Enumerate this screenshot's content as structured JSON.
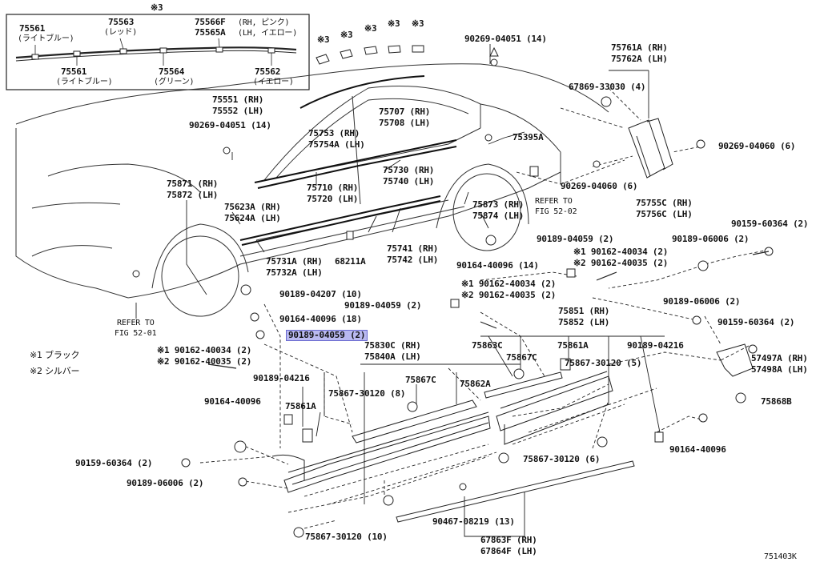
{
  "diagram_code": "751403K",
  "legend": {
    "note1": "※1 ブラック",
    "note2": "※2 シルバー"
  },
  "inset": {
    "mark": "※3",
    "p75561a": "75561",
    "p75561a_sub": "(ライトブルー)",
    "p75563": "75563",
    "p75563_sub": "(レッド)",
    "p75566f": "75566F",
    "p75566f_sub": "(RH, ピンク)",
    "p75565a": "75565A",
    "p75565a_sub": "(LH, イエロー)",
    "p75561b": "75561",
    "p75561b_sub": "(ライトブルー)",
    "p75564": "75564",
    "p75564_sub": "(グリーン)",
    "p75562": "75562",
    "p75562_sub": "(イエロー)"
  },
  "marks": {
    "m1": "※3",
    "m2": "※3",
    "m3": "※3",
    "m4": "※3",
    "m5": "※3"
  },
  "labels": {
    "l90269_04051_top": "90269-04051 (14)",
    "l75761a": "75761A (RH)",
    "l75762a": "75762A (LH)",
    "l67869": "67869-33030 (4)",
    "l75551": "75551 (RH)",
    "l75552": "75552 (LH)",
    "l75707": "75707 (RH)",
    "l75708": "75708 (LH)",
    "l90269_04051_left": "90269-04051 (14)",
    "l75753": "75753 (RH)",
    "l75754a": "75754A (LH)",
    "l75395a": "75395A",
    "l90269_04060_r": "90269-04060 (6)",
    "l90269_04060_l": "90269-04060 (6)",
    "l75710": "75710 (RH)",
    "l75720": "75720 (LH)",
    "l75730": "75730 (RH)",
    "l75740": "75740 (LH)",
    "l75871": "75871 (RH)",
    "l75872": "75872 (LH)",
    "l_refer_52_02a": "REFER TO",
    "l_refer_52_02b": "FIG 52-02",
    "l75755c": "75755C (RH)",
    "l75756c": "75756C (LH)",
    "l75623a": "75623A (RH)",
    "l75624a": "75624A (LH)",
    "l75873": "75873 (RH)",
    "l75874": "75874 (LH)",
    "l90159_60364_tr": "90159-60364 (2)",
    "l90189_04059_r": "90189-04059 (2)",
    "l90189_06006_tr": "90189-06006 (2)",
    "l75741": "75741 (RH)",
    "l75742": "75742 (LH)",
    "l90162_40034_r": "※1 90162-40034 (2)",
    "l90162_40035_r": "※2 90162-40035 (2)",
    "l75731a": "75731A (RH)",
    "l75732a": "75732A (LH)",
    "l68211a": "68211A",
    "l90164_40096_14": "90164-40096 (14)",
    "l90162_40034_m": "※1 90162-40034 (2)",
    "l90162_40035_m": "※2 90162-40035 (2)",
    "l90189_04207": "90189-04207 (10)",
    "l90189_04059_m": "90189-04059 (2)",
    "l90189_06006_r": "90189-06006 (2)",
    "l90164_40096_18": "90164-40096 (18)",
    "l75851": "75851 (RH)",
    "l75852": "75852 (LH)",
    "l90159_60364_r": "90159-60364 (2)",
    "l_refer_52_01a": "REFER TO",
    "l_refer_52_01b": "FIG 52-01",
    "l90189_04059_hl": "90189-04059 (2)",
    "l75863c": "75863C",
    "l75861a_r": "75861A",
    "l90189_04216_r": "90189-04216",
    "l75830c": "75830C (RH)",
    "l75840a": "75840A (LH)",
    "l75867c_r": "75867C",
    "l57497a": "57497A (RH)",
    "l57498a": "57498A (LH)",
    "l90162_40034_l": "※1 90162-40034 (2)",
    "l90162_40035_l": "※2 90162-40035 (2)",
    "l75867_30120_5": "75867-30120 (5)",
    "l90189_04216_l": "90189-04216",
    "l75867c_m": "75867C",
    "l75862a": "75862A",
    "l75867_30120_8": "75867-30120 (8)",
    "l75868b": "75868B",
    "l90164_40096_l": "90164-40096",
    "l75861a_l": "75861A",
    "l90164_40096_r": "90164-40096",
    "l75867_30120_6": "75867-30120 (6)",
    "l90159_60364_l": "90159-60364 (2)",
    "l90189_06006_l": "90189-06006 (2)",
    "l90467": "90467-08219 (13)",
    "l75867_30120_10": "75867-30120 (10)",
    "l67863f": "67863F (RH)",
    "l67864f": "67864F (LH)"
  }
}
